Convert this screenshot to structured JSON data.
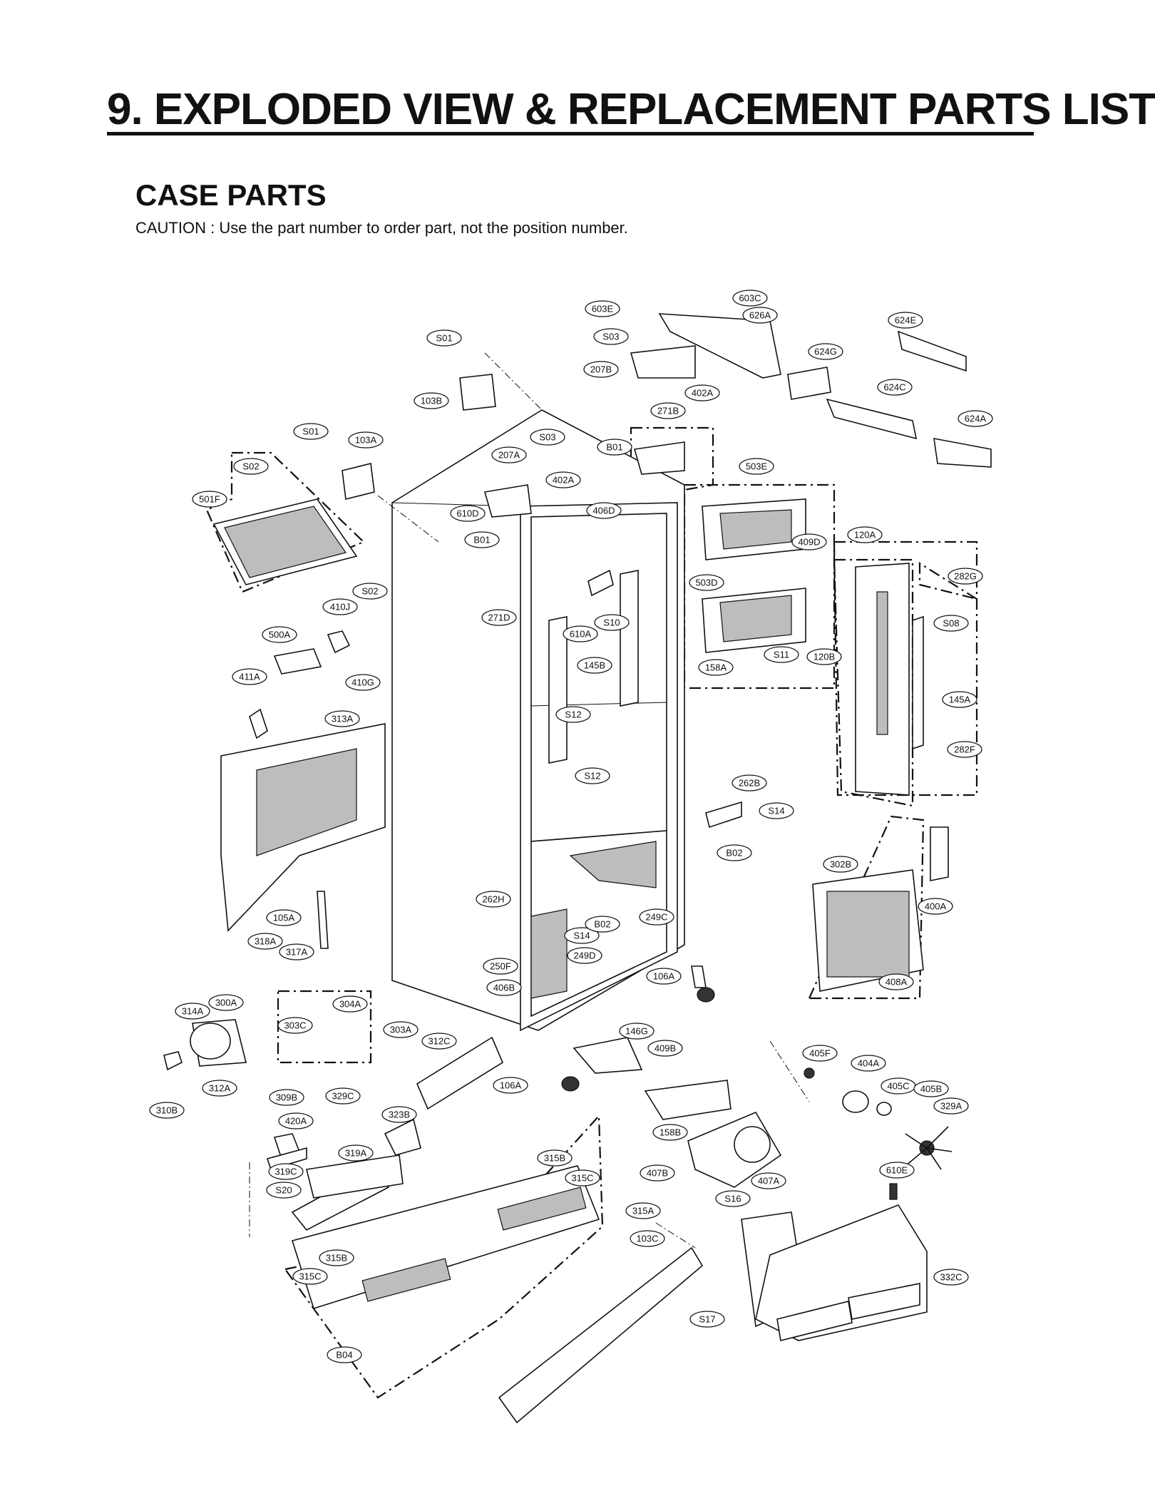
{
  "heading": "9. EXPLODED VIEW & REPLACEMENT PARTS LIST",
  "section_title": "CASE PARTS",
  "caution": "CAUTION : Use the part number to order part, not the position number.",
  "labels": [
    "603E",
    "603C",
    "626A",
    "624E",
    "S03",
    "624G",
    "207B",
    "402A",
    "624C",
    "S01",
    "103B",
    "271B",
    "624A",
    "S01",
    "103A",
    "S03",
    "B01",
    "207A",
    "503E",
    "S02",
    "402A",
    "501F",
    "610D",
    "406D",
    "409D",
    "120A",
    "B01",
    "503D",
    "282G",
    "S02",
    "410J",
    "271D",
    "610A",
    "S10",
    "S08",
    "500A",
    "S11",
    "120B",
    "158A",
    "411A",
    "410G",
    "145B",
    "145A",
    "313A",
    "S12",
    "282F",
    "S12",
    "262B",
    "S14",
    "B02",
    "302B",
    "262H",
    "249C",
    "105A",
    "S14",
    "B02",
    "400A",
    "318A",
    "317A",
    "249D",
    "250F",
    "106A",
    "406B",
    "408A",
    "314A",
    "300A",
    "304A",
    "303C",
    "303A",
    "146G",
    "312C",
    "405F",
    "409B",
    "404A",
    "106A",
    "405C",
    "405B",
    "312A",
    "309B",
    "329C",
    "329A",
    "310B",
    "420A",
    "323B",
    "158B",
    "319A",
    "315B",
    "407B",
    "319C",
    "315C",
    "407A",
    "610E",
    "S20",
    "S16",
    "315A",
    "103C",
    "315B",
    "315C",
    "332C",
    "S17",
    "B04"
  ]
}
